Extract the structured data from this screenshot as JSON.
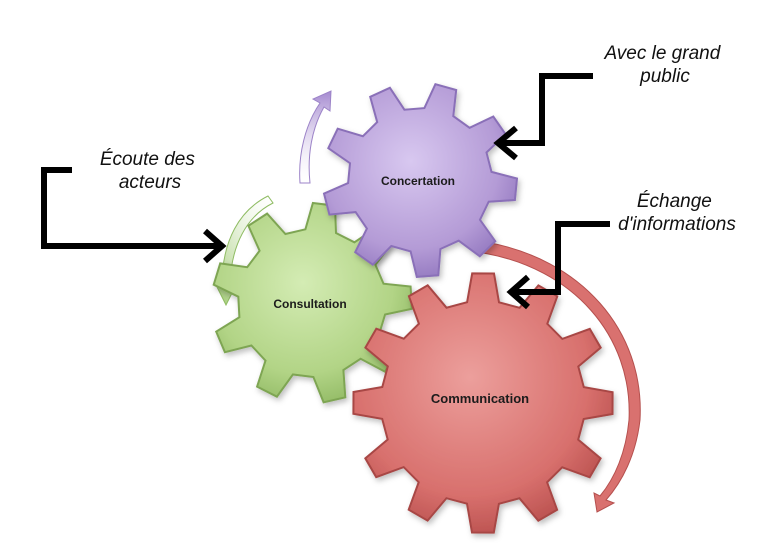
{
  "colors": {
    "concertation": "#b89fd8",
    "consultation": "#b4d68a",
    "communication": "#d9716f",
    "arrow": "#000000"
  },
  "gears": {
    "concertation": {
      "label": "Concertation",
      "color_name": "purple"
    },
    "consultation": {
      "label": "Consultation",
      "color_name": "green"
    },
    "communication": {
      "label": "Communication",
      "color_name": "red"
    }
  },
  "callouts": {
    "grand_public": {
      "lines": [
        "Avec le grand",
        "public"
      ]
    },
    "ecoute": {
      "lines": [
        "Écoute des",
        "acteurs"
      ]
    },
    "echange": {
      "lines": [
        "Échange",
        "d'informations"
      ]
    }
  }
}
